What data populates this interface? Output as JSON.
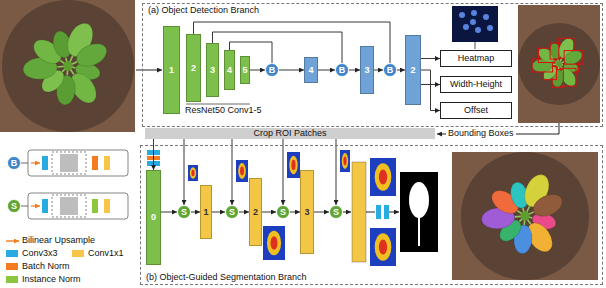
{
  "diagram": {
    "nodes": [
      {
        "text": [
          "(a) Object Detection Branch"
        ]
      },
      {
        "text": [
          "1"
        ],
        "in": 0
      },
      {
        "text": [
          "2"
        ],
        "in": 0
      },
      {
        "text": [
          "3"
        ],
        "in": 0
      },
      {
        "text": [
          "4"
        ],
        "in": 0
      },
      {
        "text": [
          "5"
        ],
        "in": 0
      },
      {
        "text": [
          "B"
        ],
        "in": 0
      },
      {
        "text": [
          "4"
        ],
        "in": 0
      },
      {
        "text": [
          "B"
        ],
        "in": 0
      },
      {
        "text": [
          "3"
        ],
        "in": 0
      },
      {
        "text": [
          "B"
        ],
        "in": 0
      },
      {
        "text": [
          "2"
        ],
        "in": 0
      },
      {
        "text": [
          "Heatmap"
        ],
        "in": 0
      },
      {
        "text": [
          "Width-Height"
        ],
        "in": 0
      },
      {
        "text": [
          "Offset"
        ],
        "in": 0
      },
      {
        "text": [
          "Crop ROI Patches"
        ]
      },
      {
        "text": [
          "(b) Object-Guided Segmentation Branch"
        ]
      },
      {
        "text": [
          "0"
        ],
        "in": 16
      },
      {
        "text": [
          "S"
        ],
        "in": 16
      },
      {
        "text": [
          "1"
        ],
        "in": 16
      },
      {
        "text": [
          "S"
        ],
        "in": 16
      },
      {
        "text": [
          "2"
        ],
        "in": 16
      },
      {
        "text": [
          "S"
        ],
        "in": 16
      },
      {
        "text": [
          "3"
        ],
        "in": 16
      },
      {
        "text": [
          "S"
        ],
        "in": 16
      },
      {
        "text": [
          "B"
        ]
      },
      {
        "text": [
          "S"
        ]
      }
    ],
    "edges": [
      {
        "from": 5,
        "to": 6,
        "arrow": "to"
      },
      {
        "from": 6,
        "to": 7,
        "arrow": "to"
      },
      {
        "from": 7,
        "to": 8,
        "arrow": "to"
      },
      {
        "from": 8,
        "to": 9,
        "arrow": "to"
      },
      {
        "from": 9,
        "to": 10,
        "arrow": "to"
      },
      {
        "from": 10,
        "to": 11,
        "arrow": "to"
      },
      {
        "from": 11,
        "to": 12,
        "arrow": "to"
      },
      {
        "from": 11,
        "to": 13,
        "arrow": "to"
      },
      {
        "from": 11,
        "to": 14,
        "arrow": "to"
      },
      {
        "from": 4,
        "to": 6,
        "arrow": "none"
      },
      {
        "from": 3,
        "to": 8,
        "arrow": "none"
      },
      {
        "from": 2,
        "to": 10,
        "arrow": "none"
      },
      {
        "from": 15,
        "to": 17,
        "arrow": "to"
      },
      {
        "from": 15,
        "to": 18,
        "arrow": "to"
      },
      {
        "from": 15,
        "to": 20,
        "arrow": "to"
      },
      {
        "from": 15,
        "to": 22,
        "arrow": "to"
      },
      {
        "from": 15,
        "to": 24,
        "arrow": "to"
      },
      {
        "from": 17,
        "to": 18,
        "arrow": "to"
      },
      {
        "from": 18,
        "to": 19,
        "arrow": "to"
      },
      {
        "from": 19,
        "to": 20,
        "arrow": "to"
      },
      {
        "from": 20,
        "to": 21,
        "arrow": "to"
      },
      {
        "from": 21,
        "to": 22,
        "arrow": "to"
      },
      {
        "from": 22,
        "to": 23,
        "arrow": "to"
      },
      {
        "from": 23,
        "to": 24,
        "arrow": "to"
      }
    ],
    "labels": [
      "ResNet50 Conv1-5",
      "Bounding Boxes"
    ],
    "legend": [
      {
        "text": "Bilinear Upsample"
      },
      {
        "text": "Conv3x3",
        "color": "#29abe2"
      },
      {
        "text": "Conv1x1",
        "color": "#f7c548"
      },
      {
        "text": "Batch Norm",
        "color": "#f47b20"
      },
      {
        "text": "Instance Norm",
        "color": "#8cc63f"
      }
    ]
  }
}
